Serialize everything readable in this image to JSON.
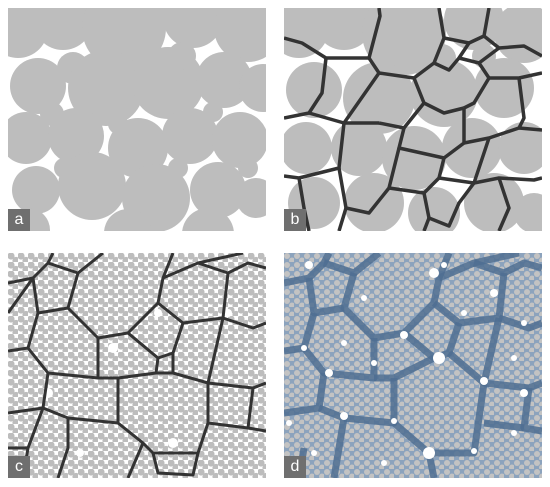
{
  "panels": [
    {
      "id": "a",
      "label": "a"
    },
    {
      "id": "b",
      "label": "b"
    },
    {
      "id": "c",
      "label": "c"
    },
    {
      "id": "d",
      "label": "d"
    }
  ],
  "colors": {
    "particle": "#bdbdbd",
    "background": "#ffffff",
    "cell_edge": "#333333",
    "panel_d_matrix": "#8ca3bd",
    "panel_d_edge": "#4f6f92",
    "label_box": "#6f6f6f",
    "label_text": "#ffffff"
  }
}
